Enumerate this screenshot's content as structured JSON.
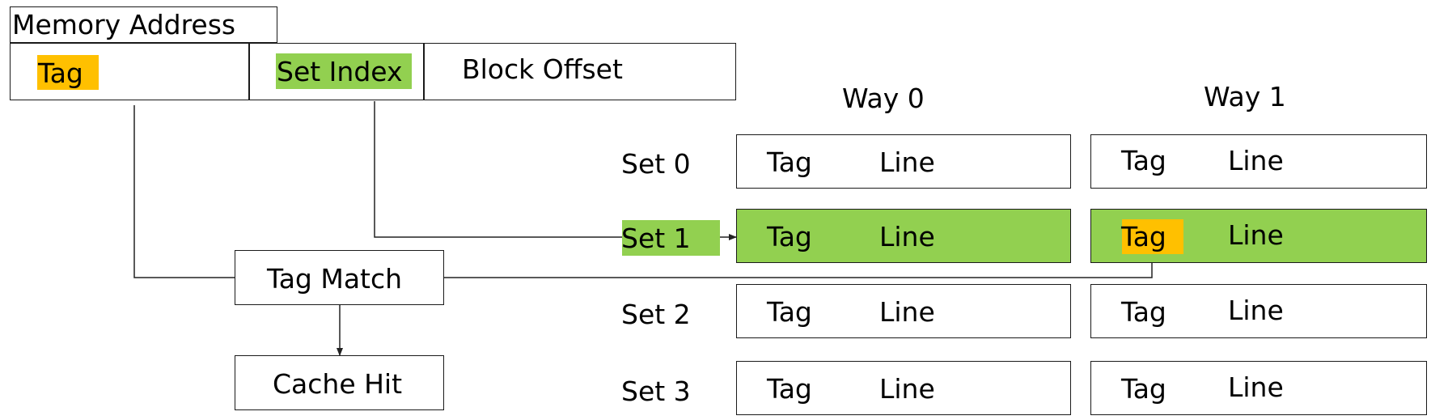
{
  "colors": {
    "tag_highlight": "#FFC000",
    "set_highlight": "#92D050",
    "border": "#1a1a1a",
    "wire": "#222222"
  },
  "address": {
    "title": "Memory Address",
    "fields": [
      {
        "label": "Tag"
      },
      {
        "label": "Set Index"
      },
      {
        "label": "Block Offset"
      }
    ]
  },
  "ways": [
    {
      "label": "Way 0"
    },
    {
      "label": "Way 1"
    }
  ],
  "sets": [
    {
      "label": "Set 0",
      "highlighted": false
    },
    {
      "label": "Set 1",
      "highlighted": true
    },
    {
      "label": "Set 2",
      "highlighted": false
    },
    {
      "label": "Set 3",
      "highlighted": false
    }
  ],
  "cell": {
    "tag": "Tag",
    "line": "Line"
  },
  "match": {
    "label": "Tag Match"
  },
  "result": {
    "label": "Cache Hit"
  }
}
